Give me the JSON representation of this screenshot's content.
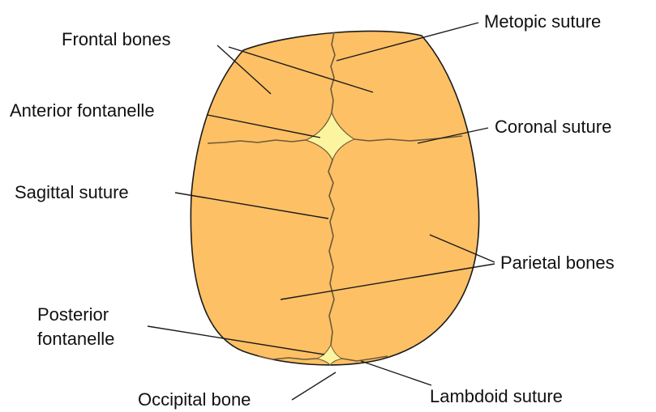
{
  "colors": {
    "bone": "#FDC065",
    "bone_outline": "#1a1a1a",
    "fontanelle": "#FCF59F",
    "background": "#ffffff"
  },
  "labels": {
    "frontal_bones": "Frontal bones",
    "metopic_suture": "Metopic suture",
    "anterior_fontanelle": "Anterior fontanelle",
    "coronal_suture": "Coronal suture",
    "sagittal_suture": "Sagittal suture",
    "parietal_bones": "Parietal bones",
    "posterior_fontanelle_line1": "Posterior",
    "posterior_fontanelle_line2": "fontanelle",
    "occipital_bone": "Occipital bone",
    "lambdoid_suture": "Lambdoid suture"
  }
}
